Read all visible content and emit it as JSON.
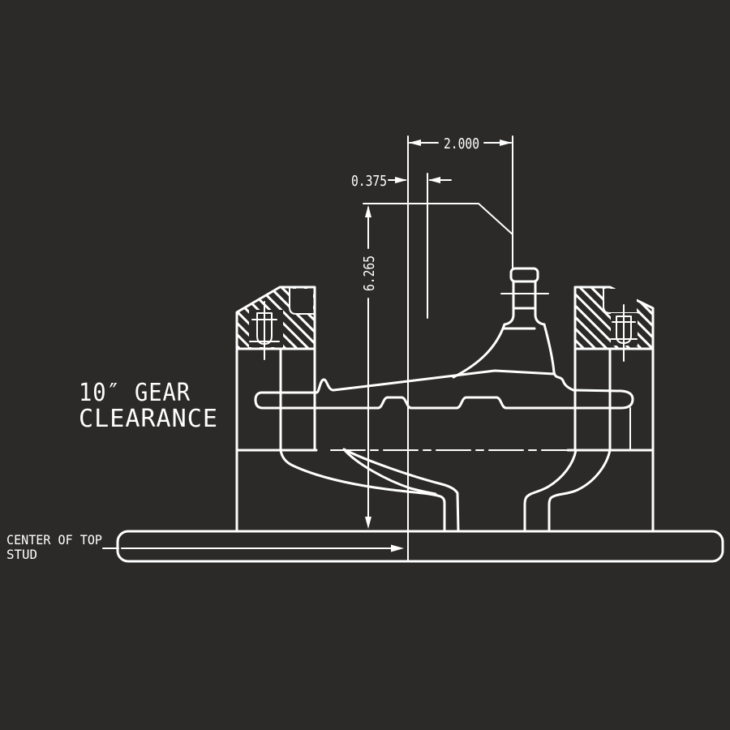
{
  "drawing": {
    "type": "technical-section-drawing",
    "notes": {
      "gear_clearance_line1": "10″ GEAR",
      "gear_clearance_line2": "CLEARANCE",
      "leader_line1": "CENTER OF TOP",
      "leader_line2": "STUD"
    },
    "dimensions": {
      "horizontal_width": "2.000",
      "stud_offset": "0.375",
      "vertical_height": "6.265"
    },
    "colors": {
      "background": "#2B2A29",
      "line": "#FFFFFF"
    }
  }
}
